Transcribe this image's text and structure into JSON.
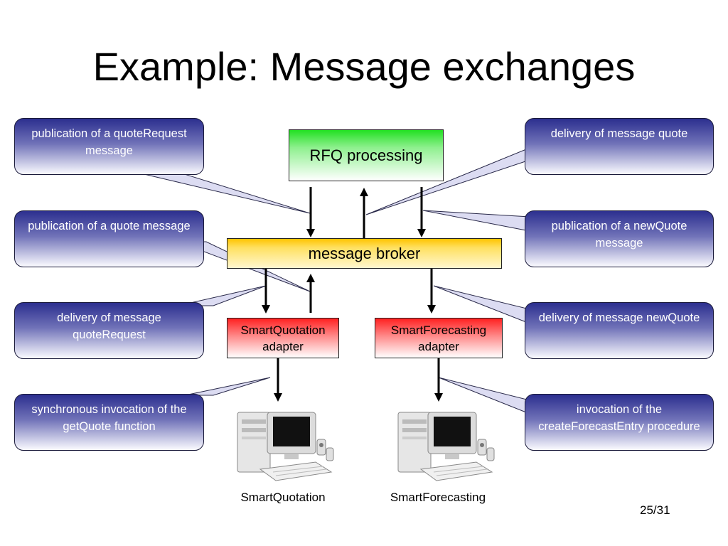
{
  "slide": {
    "title": "Example: Message exchanges",
    "page_number": "25/31"
  },
  "nodes": {
    "rfq_processing": "RFQ processing",
    "message_broker": "message broker",
    "smartquotation_adapter": "SmartQuotation adapter",
    "smartforecasting_adapter": "SmartForecasting adapter",
    "smartquotation_system": "SmartQuotation",
    "smartforecasting_system": "SmartForecasting"
  },
  "callouts": {
    "pub_quoterequest": "publication of a quoteRequest message",
    "pub_quote": "publication of a quote message",
    "delivery_quoterequest": "delivery of message quoteRequest",
    "sync_getquote": "synchronous invocation of the getQuote function",
    "delivery_quote": "delivery of message quote",
    "pub_newquote": "publication of a newQuote message",
    "delivery_newquote": "delivery of message newQuote",
    "invocation_createforecastentry": "invocation of the createForecastEntry procedure"
  },
  "icons": {
    "computer": "desktop-computer-icon",
    "arrow": "arrow-icon"
  },
  "colors": {
    "callout_top": "#2c2f8f",
    "rfq_green": "#22e022",
    "broker_yellow": "#ffc400",
    "adapter_red": "#ff2020"
  }
}
